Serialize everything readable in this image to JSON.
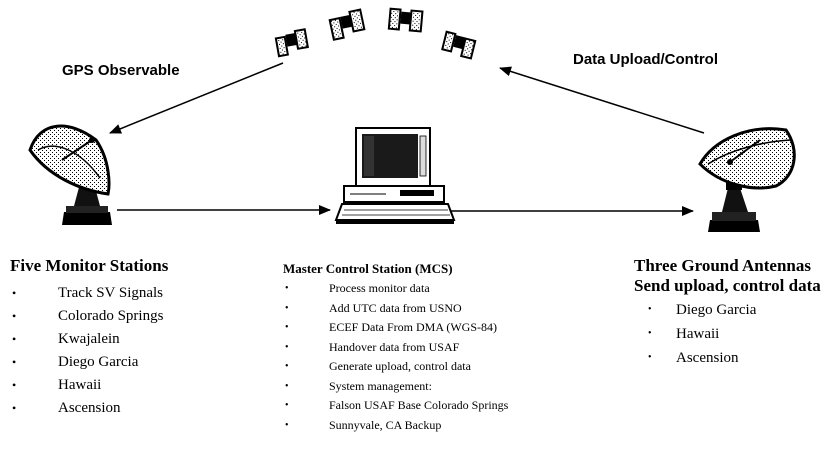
{
  "labels": {
    "gps_observable": "GPS Observable",
    "data_upload_control": "Data Upload/Control"
  },
  "monitor_stations": {
    "title": "Five Monitor Stations",
    "items": [
      "Track SV Signals",
      "Colorado Springs",
      "Kwajalein",
      "Diego Garcia",
      "Hawaii",
      "Ascension"
    ]
  },
  "master_control": {
    "title": "Master Control Station (MCS)",
    "items": [
      "Process monitor data",
      "Add UTC data from USNO",
      "ECEF Data From DMA (WGS-84)",
      "Handover data from USAF",
      "Generate upload, control data",
      "System management:",
      "Falson USAF Base Colorado Springs",
      "Sunnyvale, CA Backup"
    ]
  },
  "ground_antennas": {
    "title_line1": "Three Ground Antennas",
    "title_line2": "Send upload, control data",
    "items": [
      "Diego Garcia",
      "Hawaii",
      "Ascension"
    ]
  },
  "bullet": "•",
  "colors": {
    "ink": "#000000",
    "background": "#ffffff",
    "screen": "#1a1a1a"
  },
  "icons": {
    "satellites": "satellite-icon",
    "left_dish": "satellite-dish-icon",
    "right_dish": "satellite-dish-icon",
    "computer": "computer-workstation-icon"
  }
}
